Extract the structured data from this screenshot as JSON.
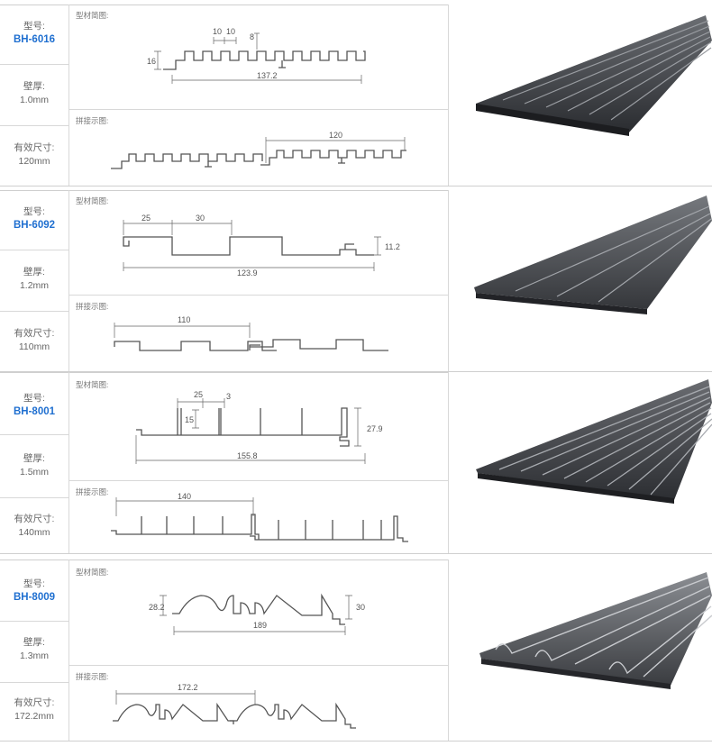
{
  "captions": {
    "profile": "型材简图:",
    "splice": "拼接示图:"
  },
  "products": [
    {
      "model_label": "型号:",
      "model": "BH-6016",
      "thickness_label": "壁厚:",
      "thickness": "1.0mm",
      "width_label": "有效尺寸:",
      "width": "120mm",
      "dims": {
        "a": "10",
        "b": "10",
        "c": "8",
        "h": "16",
        "total": "137.2",
        "splice": "120"
      }
    },
    {
      "model_label": "型号:",
      "model": "BH-6092",
      "thickness_label": "壁厚:",
      "thickness": "1.2mm",
      "width_label": "有效尺寸:",
      "width": "110mm",
      "dims": {
        "a": "25",
        "b": "30",
        "h": "11.2",
        "total": "123.9",
        "splice": "110"
      }
    },
    {
      "model_label": "型号:",
      "model": "BH-8001",
      "thickness_label": "壁厚:",
      "thickness": "1.5mm",
      "width_label": "有效尺寸:",
      "width": "140mm",
      "dims": {
        "a": "25",
        "b": "3",
        "c": "15",
        "h": "27.9",
        "total": "155.8",
        "splice": "140"
      }
    },
    {
      "model_label": "型号:",
      "model": "BH-8009",
      "thickness_label": "壁厚:",
      "thickness": "1.3mm",
      "width_label": "有效尺寸:",
      "width": "172.2mm",
      "dims": {
        "h1": "28.2",
        "h2": "30",
        "total": "189",
        "splice": "172.2"
      }
    }
  ]
}
